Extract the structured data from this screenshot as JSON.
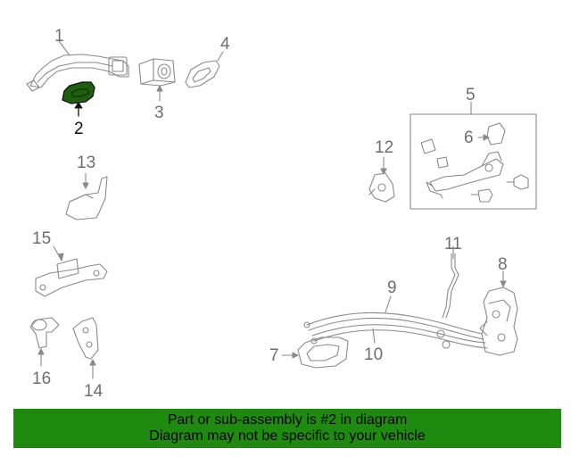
{
  "diagram": {
    "callouts": [
      "1",
      "2",
      "3",
      "4",
      "5",
      "6",
      "7",
      "8",
      "9",
      "10",
      "11",
      "12",
      "13",
      "14",
      "15",
      "16"
    ],
    "highlighted_part": "2",
    "highlight_color": "#1e5f0e"
  },
  "banner": {
    "line1": "Part or sub-assembly is #2 in diagram",
    "line2": "Diagram may not be specific to your vehicle",
    "background": "#1e8a0f"
  }
}
